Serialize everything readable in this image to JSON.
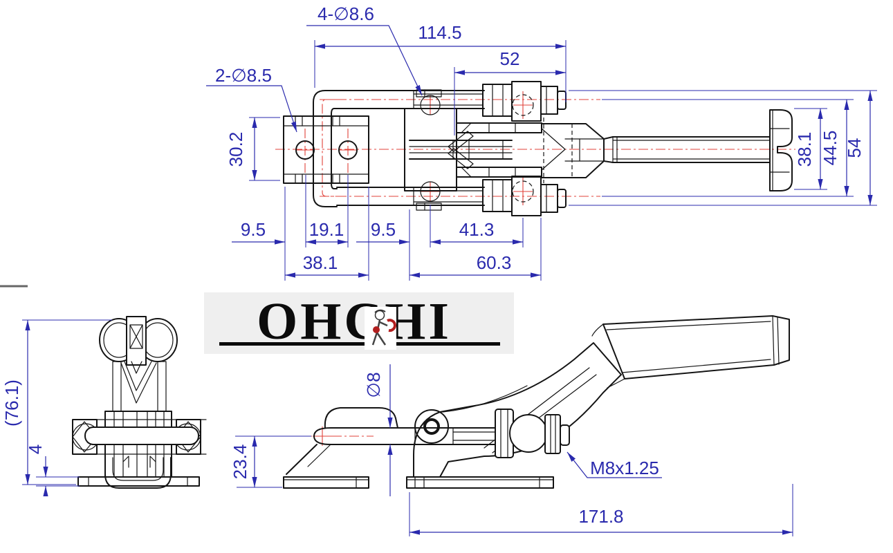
{
  "logo": {
    "brand": "OHCHI"
  },
  "colors": {
    "dimension_blue": "#2a2aad",
    "centerline_red": "#e04038",
    "line_black": "#141414",
    "logo_background": "#efefef",
    "mascot_red": "#b21f1f"
  },
  "dims": {
    "top": {
      "label_holes_top": "4-∅8.6",
      "label_holes_left": "2-∅8.5",
      "overall_width": "114.5",
      "stud_length": "52",
      "bracket_height": "30.2",
      "edge_to_hole": "9.5",
      "hole_spacing": "19.1",
      "body_to_hole": "9.5",
      "hole_to_nut": "41.3",
      "bracket_width": "38.1",
      "body_length": "60.3",
      "grip_width": "38.1",
      "rod_spacing": "44.5",
      "overall_height": "54"
    },
    "front": {
      "overall_height": "(76.1)",
      "base_thickness": "4"
    },
    "side": {
      "rod_dia": "∅8",
      "rod_center_height": "23.4",
      "thread_spec": "M8x1.25",
      "overall_length": "171.8"
    }
  }
}
